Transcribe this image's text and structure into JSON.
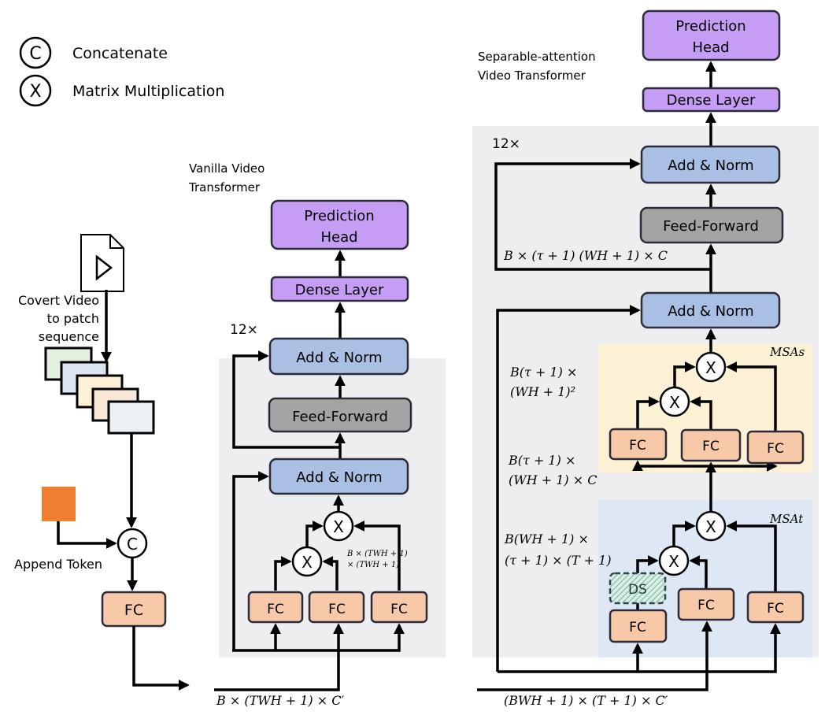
{
  "legend": {
    "concat_symbol": "C",
    "concat_label": "Concatenate",
    "matmul_symbol": "X",
    "matmul_label": "Matrix Multiplication"
  },
  "input": {
    "video_icon": "video-file-icon",
    "convert_lines": [
      "Covert Video",
      "to patch",
      "sequence"
    ],
    "append_label": "Append Token",
    "fc_label": "FC",
    "concat_symbol": "C"
  },
  "vanilla": {
    "title_lines": [
      "Vanilla Video",
      "Transformer"
    ],
    "repeat": "12×",
    "prediction_head": [
      "Prediction",
      "Head"
    ],
    "dense": "Dense Layer",
    "add_norm": "Add & Norm",
    "feed_forward": "Feed-Forward",
    "matmul": "X",
    "fc": "FC",
    "attn_shape": [
      "B × (TWH + 1)",
      "× (TWH + 1)"
    ],
    "input_shape": "B × (TWH + 1)  × C′"
  },
  "separable": {
    "title_lines": [
      "Separable-attention",
      "Video Transformer"
    ],
    "repeat": "12×",
    "prediction_head": [
      "Prediction",
      "Head"
    ],
    "dense": "Dense Layer",
    "add_norm": "Add & Norm",
    "feed_forward": "Feed-Forward",
    "matmul": "X",
    "fc": "FC",
    "ds": "DS",
    "msa_s": "MSAs",
    "msa_t": "MSAt",
    "ff_shape": "B × (τ + 1) (WH + 1) × C",
    "spatial_attn_shape": [
      "B(τ + 1) ×",
      "(WH + 1)²"
    ],
    "spatial_in_shape": [
      "B(τ + 1) ×",
      "(WH + 1) × C"
    ],
    "temporal_attn_shape": [
      "B(WH + 1) ×",
      "(τ + 1) × (T + 1)"
    ],
    "input_shape": "(BWH + 1) × (T + 1) × C′"
  },
  "colors": {
    "fc": "#f7c9a9",
    "add_norm": "#a9c0e4",
    "feed_forward": "#a5a3a3",
    "head": "#c69df5",
    "panel": "#eeeef0",
    "msa_s_panel": "#fcf1d4",
    "msa_t_panel": "#dee7f4",
    "token": "#ef7f2e"
  }
}
